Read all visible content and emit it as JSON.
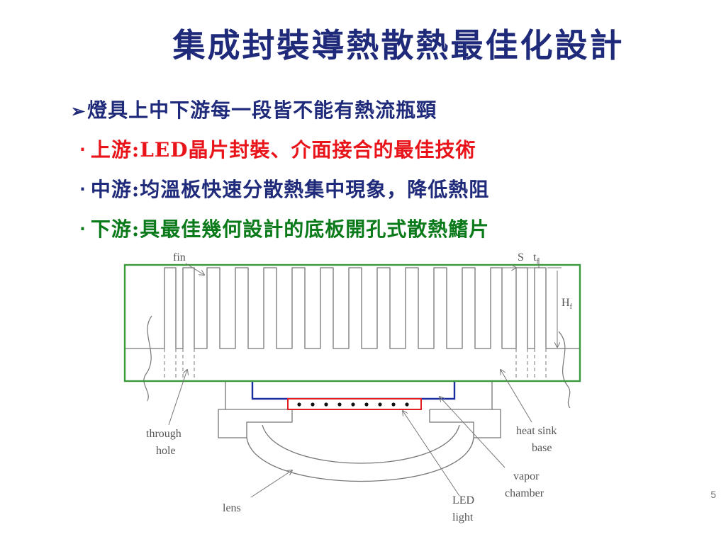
{
  "title": "集成封裝導熱散熱最佳化設計",
  "colors": {
    "title": "#1f2a7a",
    "bullet_main": "#1f2a7a",
    "upstream": "#e8141a",
    "midstream": "#1f2a7a",
    "downstream": "#0b7a1a",
    "outline_green": "#3a9a3a",
    "chamber_blue": "#1a2ea0",
    "led_red": "#e02020",
    "line_gray": "#777777"
  },
  "bullets": {
    "main": {
      "icon": "arrow-bullet-icon",
      "text": "燈具上中下游每一段皆不能有熱流瓶頸"
    },
    "upstream": {
      "icon": "dot-bullet",
      "marker": "‧",
      "text": "上游:LED晶片封裝、介面接合的最佳技術"
    },
    "midstream": {
      "icon": "dot-bullet",
      "marker": "‧",
      "text": "中游:均溫板快速分散熱集中現象，降低熱阻"
    },
    "downstream": {
      "icon": "dot-bullet",
      "marker": "‧",
      "text": "下游:具最佳幾何設計的底板開孔式散熱鰭片"
    }
  },
  "diagram": {
    "labels": {
      "fin": "fin",
      "s": "S",
      "tf": "t",
      "tf_sub": "f",
      "hf": "H",
      "hf_sub": "f",
      "through_hole_1": "through",
      "through_hole_2": "hole",
      "heat_sink_base_1": "heat sink",
      "heat_sink_base_2": "base",
      "vapor_chamber_1": "vapor",
      "vapor_chamber_2": "chamber",
      "led_light_1": "LED",
      "led_light_2": "light",
      "lens": "lens"
    }
  },
  "page_number": "5"
}
